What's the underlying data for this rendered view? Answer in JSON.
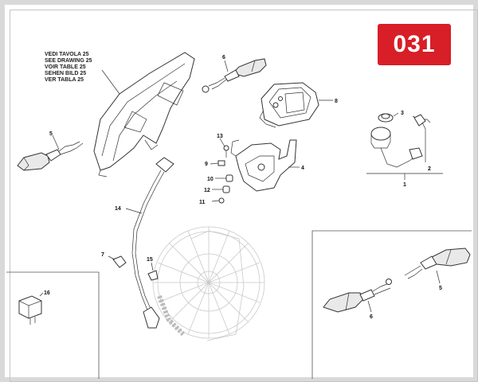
{
  "page_code": "031",
  "ref_note": [
    "VEDI TAVOLA 25",
    "SEE DRAWING 25",
    "VOIR TABLE 25",
    "SEHEN BILD 25",
    "VER TABLA 25"
  ],
  "callouts": {
    "c1": "1",
    "c2": "2",
    "c3": "3",
    "c4": "4",
    "c5": "5",
    "c5b": "5",
    "c6": "6",
    "c6b": "6",
    "c7": "7",
    "c8": "8",
    "c9": "9",
    "c10": "10",
    "c11": "11",
    "c12": "12",
    "c13": "13",
    "c14": "14",
    "c15": "15",
    "c16": "16"
  },
  "colors": {
    "badge": "#d81e26",
    "line": "#333333",
    "wheel": "#c9c9c9"
  }
}
